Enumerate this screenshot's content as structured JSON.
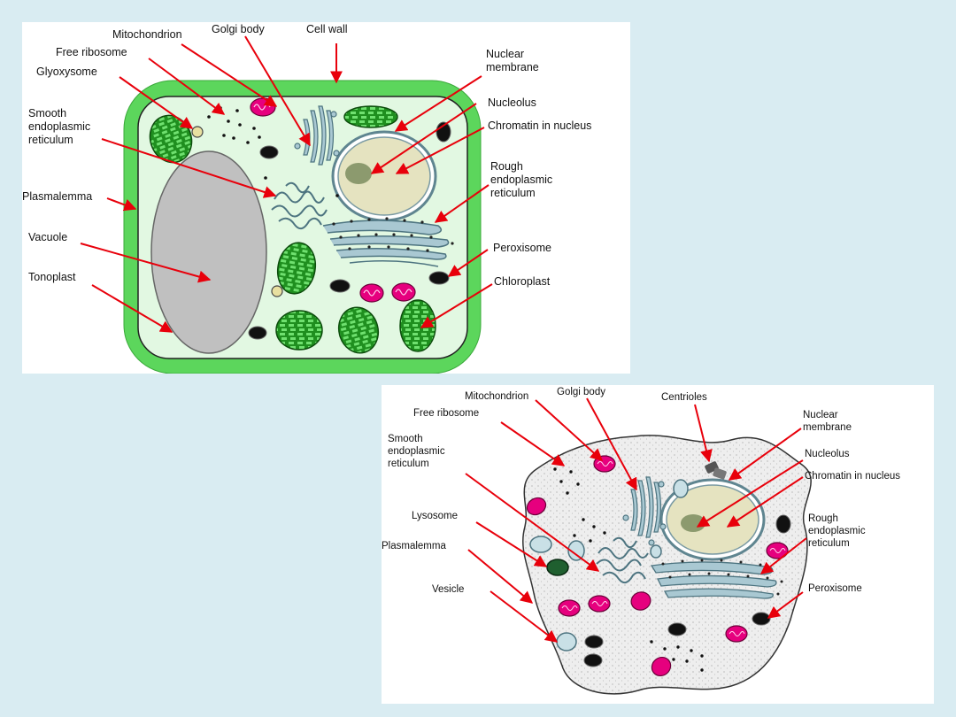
{
  "plant_cell": {
    "labels": {
      "mitochondrion": "Mitochondrion",
      "golgi_body": "Golgi body",
      "cell_wall": "Cell wall",
      "free_ribosome": "Free ribosome",
      "glyoxysome": "Glyoxysome",
      "smooth_er": "Smooth\nendoplasmic\nreticulum",
      "plasmalemma": "Plasmalemma",
      "vacuole": "Vacuole",
      "tonoplast": "Tonoplast",
      "nuclear_membrane": "Nuclear\nmembrane",
      "nucleolus": "Nucleolus",
      "chromatin": "Chromatin in nucleus",
      "rough_er": "Rough\nendoplasmic\nreticulum",
      "peroxisome": "Peroxisome",
      "chloroplast": "Chloroplast"
    }
  },
  "animal_cell": {
    "labels": {
      "mitochondrion": "Mitochondrion",
      "golgi_body": "Golgi body",
      "centrioles": "Centrioles",
      "free_ribosome": "Free ribosome",
      "smooth_er": "Smooth\nendoplasmic\nreticulum",
      "lysosome": "Lysosome",
      "plasmalemma": "Plasmalemma",
      "vesicle": "Vesicle",
      "nuclear_membrane": "Nuclear\nmembrane",
      "nucleolus": "Nucleolus",
      "chromatin": "Chromatin in nucleus",
      "rough_er": "Rough\nendoplasmic\nreticulum",
      "peroxisome": "Peroxisome"
    }
  },
  "colors": {
    "background": "#d9ecf2",
    "arrow": "#e8000b",
    "cell_wall": "#5cd65c",
    "cytoplasm_plant": "#e2f8e2",
    "cytoplasm_animal": "#eeeeee",
    "vacuole": "#c0c0c0",
    "chloroplast": "#1f8f1f",
    "mitochondrion": "#e6007e",
    "nucleus": "#e5e3c0",
    "er": "#a9c8d2"
  }
}
